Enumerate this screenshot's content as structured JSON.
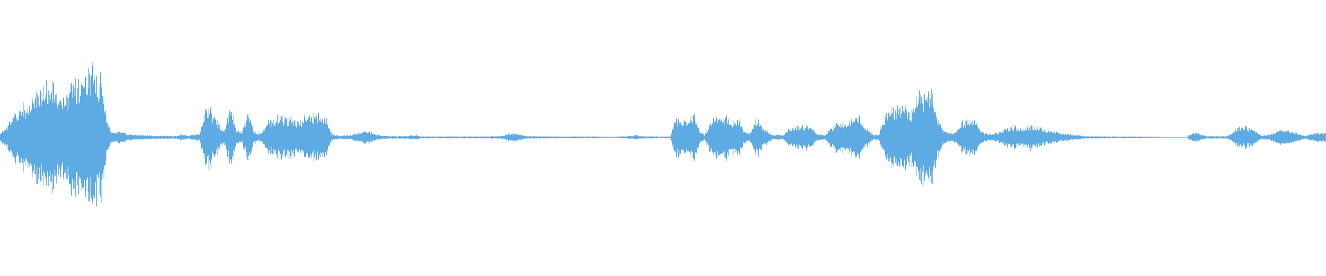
{
  "waveform": {
    "color": "#5eaae3",
    "background": "#ffffff",
    "envelope": [
      [
        0,
        0.05
      ],
      [
        8,
        0.12
      ],
      [
        20,
        0.28
      ],
      [
        35,
        0.42
      ],
      [
        48,
        0.55
      ],
      [
        60,
        0.62
      ],
      [
        72,
        0.68
      ],
      [
        82,
        0.6
      ],
      [
        95,
        0.52
      ],
      [
        104,
        0.7
      ],
      [
        116,
        0.78
      ],
      [
        130,
        0.85
      ],
      [
        140,
        0.88
      ],
      [
        148,
        0.72
      ],
      [
        155,
        0.18
      ],
      [
        162,
        0.06
      ],
      [
        172,
        0.08
      ],
      [
        182,
        0.05
      ],
      [
        192,
        0.03
      ],
      [
        210,
        0.025
      ],
      [
        230,
        0.02
      ],
      [
        255,
        0.02
      ],
      [
        262,
        0.04
      ],
      [
        272,
        0.02
      ],
      [
        288,
        0.05
      ],
      [
        296,
        0.3
      ],
      [
        302,
        0.42
      ],
      [
        308,
        0.3
      ],
      [
        316,
        0.18
      ],
      [
        324,
        0.08
      ],
      [
        334,
        0.42
      ],
      [
        340,
        0.12
      ],
      [
        350,
        0.06
      ],
      [
        360,
        0.38
      ],
      [
        366,
        0.08
      ],
      [
        376,
        0.05
      ],
      [
        388,
        0.18
      ],
      [
        398,
        0.25
      ],
      [
        410,
        0.26
      ],
      [
        422,
        0.24
      ],
      [
        432,
        0.2
      ],
      [
        442,
        0.27
      ],
      [
        452,
        0.3
      ],
      [
        462,
        0.3
      ],
      [
        472,
        0.26
      ],
      [
        480,
        0.04
      ],
      [
        492,
        0.02
      ],
      [
        508,
        0.03
      ],
      [
        518,
        0.06
      ],
      [
        530,
        0.09
      ],
      [
        540,
        0.05
      ],
      [
        552,
        0.02
      ],
      [
        575,
        0.015
      ],
      [
        590,
        0.02
      ],
      [
        600,
        0.03
      ],
      [
        612,
        0.012
      ],
      [
        660,
        0.012
      ],
      [
        700,
        0.012
      ],
      [
        726,
        0.02
      ],
      [
        740,
        0.06
      ],
      [
        750,
        0.04
      ],
      [
        762,
        0.015
      ],
      [
        800,
        0.012
      ],
      [
        860,
        0.01
      ],
      [
        885,
        0.005
      ],
      [
        905,
        0.015
      ],
      [
        920,
        0.025
      ],
      [
        935,
        0.012
      ],
      [
        970,
        0.01
      ],
      [
        978,
        0.26
      ],
      [
        985,
        0.24
      ],
      [
        995,
        0.2
      ],
      [
        1005,
        0.3
      ],
      [
        1012,
        0.1
      ],
      [
        1020,
        0.03
      ],
      [
        1032,
        0.28
      ],
      [
        1040,
        0.26
      ],
      [
        1050,
        0.28
      ],
      [
        1060,
        0.22
      ],
      [
        1068,
        0.28
      ],
      [
        1076,
        0.1
      ],
      [
        1085,
        0.04
      ],
      [
        1094,
        0.26
      ],
      [
        1100,
        0.18
      ],
      [
        1110,
        0.08
      ],
      [
        1120,
        0.03
      ],
      [
        1134,
        0.03
      ],
      [
        1142,
        0.12
      ],
      [
        1152,
        0.14
      ],
      [
        1164,
        0.16
      ],
      [
        1174,
        0.14
      ],
      [
        1182,
        0.05
      ],
      [
        1194,
        0.03
      ],
      [
        1210,
        0.18
      ],
      [
        1222,
        0.2
      ],
      [
        1234,
        0.24
      ],
      [
        1246,
        0.25
      ],
      [
        1254,
        0.14
      ],
      [
        1262,
        0.04
      ],
      [
        1272,
        0.03
      ],
      [
        1280,
        0.28
      ],
      [
        1292,
        0.36
      ],
      [
        1304,
        0.38
      ],
      [
        1312,
        0.42
      ],
      [
        1318,
        0.34
      ],
      [
        1326,
        0.5
      ],
      [
        1334,
        0.55
      ],
      [
        1342,
        0.6
      ],
      [
        1350,
        0.58
      ],
      [
        1356,
        0.3
      ],
      [
        1364,
        0.1
      ],
      [
        1372,
        0.06
      ],
      [
        1380,
        0.05
      ],
      [
        1392,
        0.2
      ],
      [
        1402,
        0.24
      ],
      [
        1412,
        0.22
      ],
      [
        1420,
        0.08
      ],
      [
        1432,
        0.04
      ],
      [
        1446,
        0.06
      ],
      [
        1458,
        0.12
      ],
      [
        1468,
        0.15
      ],
      [
        1478,
        0.1
      ],
      [
        1490,
        0.14
      ],
      [
        1502,
        0.14
      ],
      [
        1512,
        0.1
      ],
      [
        1522,
        0.08
      ],
      [
        1532,
        0.06
      ],
      [
        1542,
        0.05
      ],
      [
        1556,
        0.03
      ],
      [
        1572,
        0.015
      ],
      [
        1600,
        0.012
      ],
      [
        1640,
        0.01
      ],
      [
        1670,
        0.008
      ],
      [
        1684,
        0.004
      ],
      [
        1718,
        0.003
      ],
      [
        1722,
        0.04
      ],
      [
        1730,
        0.06
      ],
      [
        1738,
        0.04
      ],
      [
        1746,
        0.015
      ],
      [
        1760,
        0.015
      ],
      [
        1776,
        0.015
      ],
      [
        1782,
        0.05
      ],
      [
        1792,
        0.12
      ],
      [
        1800,
        0.14
      ],
      [
        1810,
        0.12
      ],
      [
        1818,
        0.08
      ],
      [
        1826,
        0.02
      ],
      [
        1836,
        0.03
      ],
      [
        1848,
        0.08
      ],
      [
        1858,
        0.1
      ],
      [
        1868,
        0.07
      ],
      [
        1880,
        0.05
      ],
      [
        1890,
        0.015
      ],
      [
        1898,
        0.04
      ],
      [
        1906,
        0.07
      ],
      [
        1914,
        0.06
      ],
      [
        1920,
        0.05
      ]
    ]
  }
}
